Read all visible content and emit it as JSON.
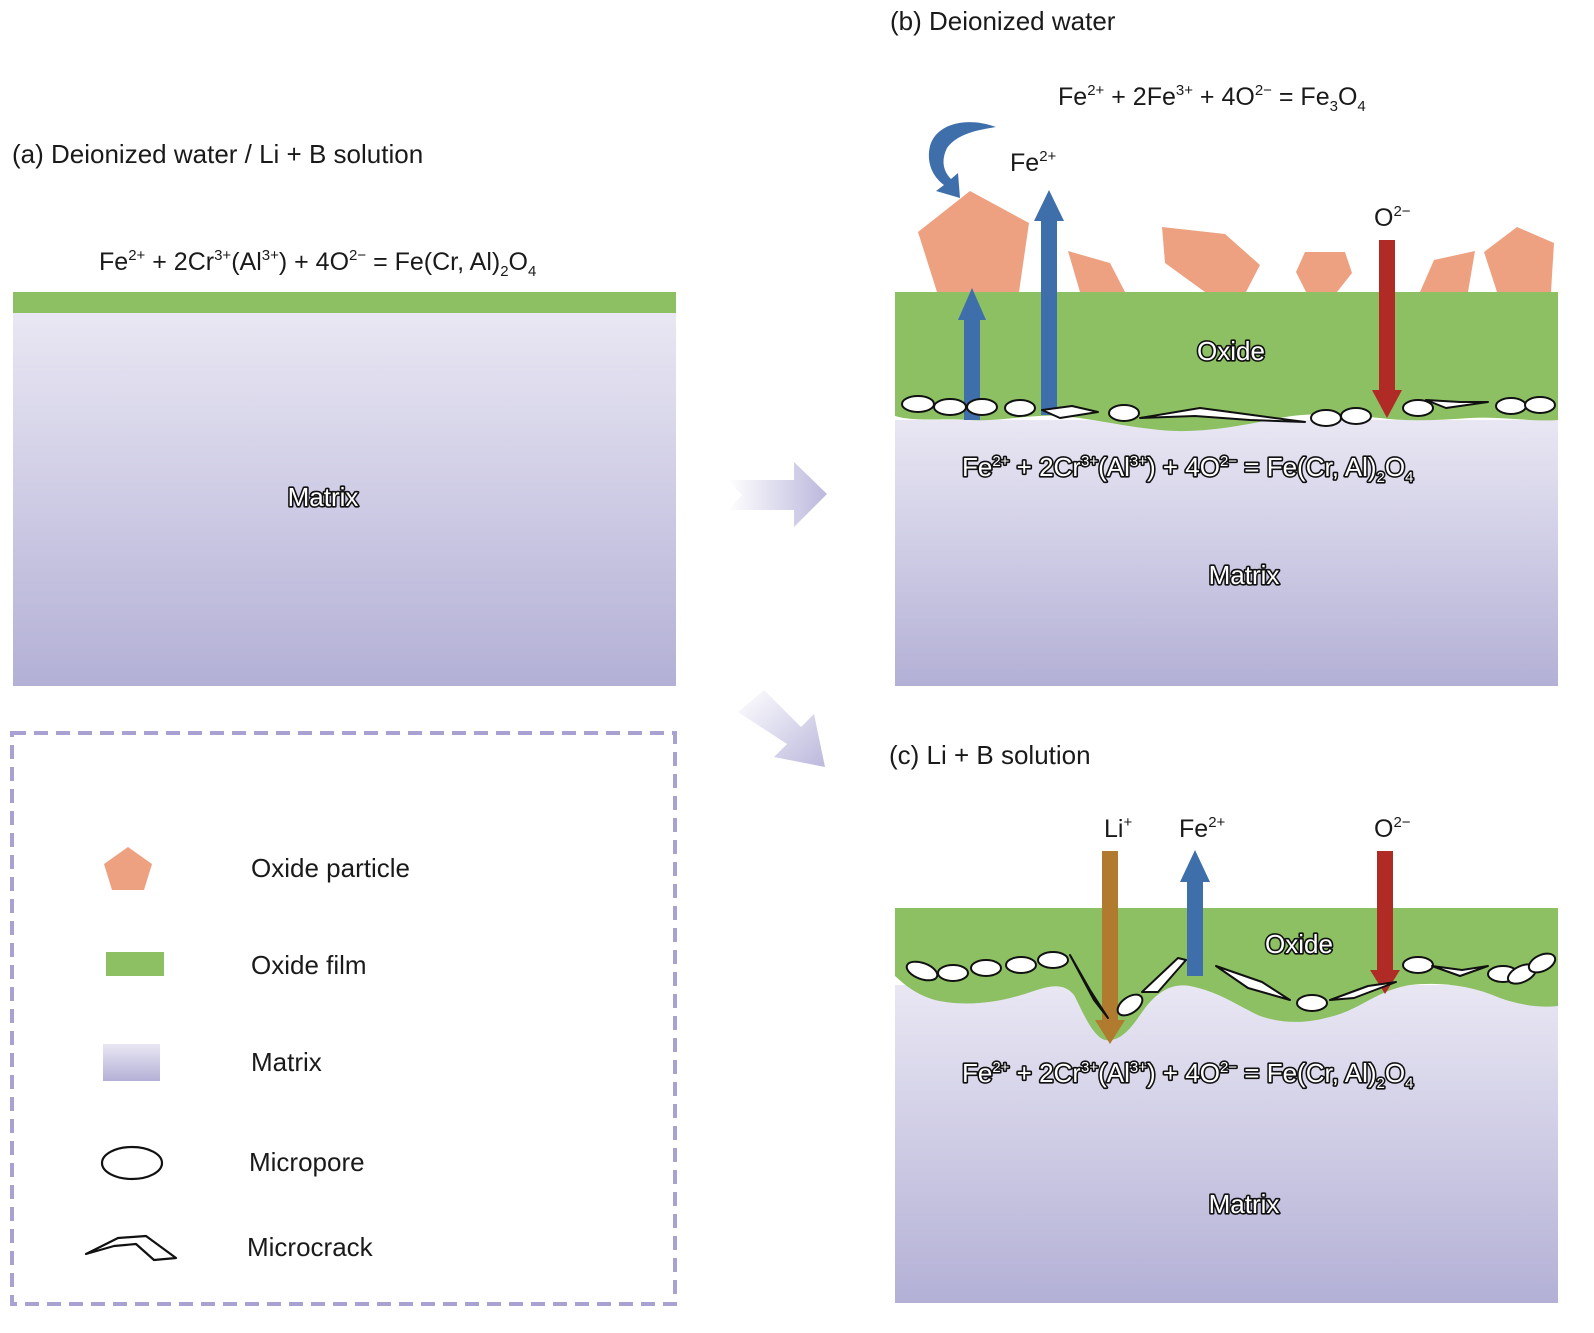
{
  "colors": {
    "oxide_film": "#8cc063",
    "oxide_particle": "#eda181",
    "matrix_top": "#e8e6f2",
    "matrix_bottom": "#b3b0d6",
    "fe_arrow": "#3f6fab",
    "o_arrow": "#b12b26",
    "li_arrow": "#b07b2e",
    "legend_border": "#a7a2d2",
    "transition_arrow": "#c0bedf"
  },
  "panel_a": {
    "title": "(a) Deionized water / Li + B solution",
    "equation": {
      "p1": "Fe",
      "s1": "2+",
      "p2": " + 2Cr",
      "s2": "3+",
      "p3": "(Al",
      "s3": "3+",
      "p4": ") + 4O",
      "s4": "2−",
      "p5": " = Fe(Cr, Al)",
      "b5": "2",
      "p6": "O",
      "b6": "4"
    },
    "matrix_label": "Matrix"
  },
  "panel_b": {
    "title": "(b) Deionized water",
    "surface_equation": {
      "p1": "Fe",
      "s1": "2+",
      "p2": " + 2Fe",
      "s2": "3+",
      "p3": " + 4O",
      "s3": "2−",
      "p4": " = Fe",
      "b4": "3",
      "p5": "O",
      "b5": "4"
    },
    "ion_fe": {
      "base": "Fe",
      "sup": "2+"
    },
    "ion_o": {
      "base": "O",
      "sup": "2−"
    },
    "oxide_label": "Oxide",
    "interface_equation": {
      "p1": "Fe",
      "s1": "2+",
      "p2": " + 2Cr",
      "s2": "3+",
      "p3": "(Al",
      "s3": "3+",
      "p4": ") + 4O",
      "s4": "2−",
      "p5": " = Fe(Cr, Al)",
      "b5": "2",
      "p6": "O",
      "b6": "4"
    },
    "matrix_label": "Matrix"
  },
  "panel_c": {
    "title": "(c) Li + B solution",
    "ion_li": {
      "base": "Li",
      "sup": "+"
    },
    "ion_fe": {
      "base": "Fe",
      "sup": "2+"
    },
    "ion_o": {
      "base": "O",
      "sup": "2−"
    },
    "oxide_label": "Oxide",
    "interface_equation": {
      "p1": "Fe",
      "s1": "2+",
      "p2": " + 2Cr",
      "s2": "3+",
      "p3": "(Al",
      "s3": "3+",
      "p4": ") + 4O",
      "s4": "2−",
      "p5": " = Fe(Cr, Al)",
      "b5": "2",
      "p6": "O",
      "b6": "4"
    },
    "matrix_label": "Matrix"
  },
  "legend": {
    "items": [
      {
        "icon": "pentagon-icon",
        "label": "Oxide particle"
      },
      {
        "icon": "green-bar-icon",
        "label": "Oxide film"
      },
      {
        "icon": "gradient-square-icon",
        "label": "Matrix"
      },
      {
        "icon": "ellipse-icon",
        "label": "Micropore"
      },
      {
        "icon": "crack-icon",
        "label": "Microcrack"
      }
    ]
  }
}
